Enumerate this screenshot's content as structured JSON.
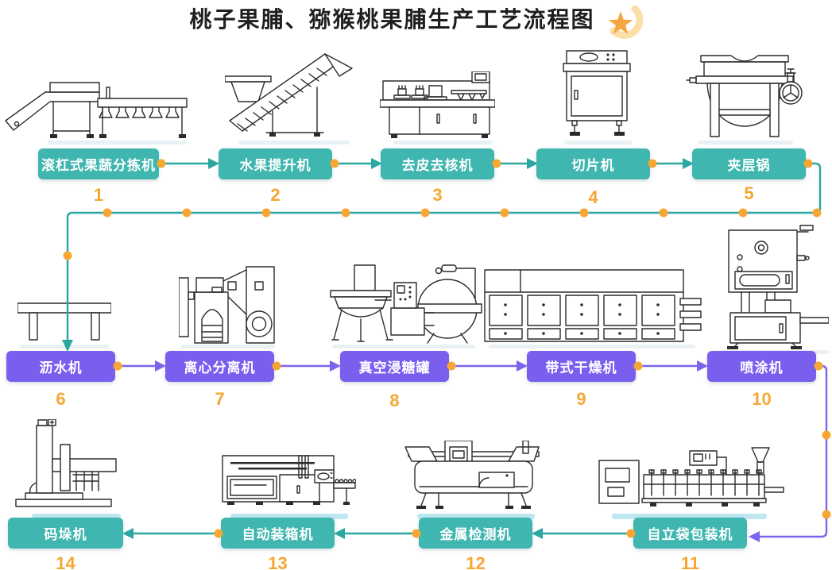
{
  "title": {
    "text": "桃子果脯、猕猴桃果脯生产工艺流程图",
    "icon": "shooting-star-icon"
  },
  "colors": {
    "teal": "#3FB6AF",
    "teal_line": "#2AA7A0",
    "purple": "#7A5FEF",
    "purple_line": "#7E63EE",
    "orange": "#F6A733",
    "ink": "#1F1F1F",
    "machine_line": "#2B2B2B",
    "strip_light": "#E9F1F4",
    "strip_cyan": "#BFE7F1",
    "star_fill": "#F6A640",
    "star_trail": "#FBDFA8"
  },
  "steps": [
    {
      "num": "1",
      "label": "滚杠式果蔬分拣机",
      "icon": "roller-sorter-machine-icon",
      "color": "teal"
    },
    {
      "num": "2",
      "label": "水果提升机",
      "icon": "fruit-elevator-machine-icon",
      "color": "teal"
    },
    {
      "num": "3",
      "label": "去皮去核机",
      "icon": "peeler-corer-machine-icon",
      "color": "teal"
    },
    {
      "num": "4",
      "label": "切片机",
      "icon": "slicer-machine-icon",
      "color": "teal"
    },
    {
      "num": "5",
      "label": "夹层锅",
      "icon": "jacketed-kettle-icon",
      "color": "teal"
    },
    {
      "num": "6",
      "label": "沥水机",
      "icon": "draining-table-icon",
      "color": "purple"
    },
    {
      "num": "7",
      "label": "离心分离机",
      "icon": "centrifuge-machine-icon",
      "color": "purple"
    },
    {
      "num": "8",
      "label": "真空浸糖罐",
      "icon": "vacuum-sugar-tank-icon",
      "color": "purple"
    },
    {
      "num": "9",
      "label": "带式干燥机",
      "icon": "belt-dryer-machine-icon",
      "color": "purple"
    },
    {
      "num": "10",
      "label": "喷涂机",
      "icon": "spray-coating-machine-icon",
      "color": "purple"
    },
    {
      "num": "11",
      "label": "自立袋包装机",
      "icon": "pouch-packing-machine-icon",
      "color": "teal"
    },
    {
      "num": "12",
      "label": "金属检测机",
      "icon": "metal-detector-machine-icon",
      "color": "teal"
    },
    {
      "num": "13",
      "label": "自动装箱机",
      "icon": "carton-packing-machine-icon",
      "color": "teal"
    },
    {
      "num": "14",
      "label": "码垛机",
      "icon": "palletizer-machine-icon",
      "color": "teal"
    }
  ],
  "connections": [
    {
      "from": "1",
      "to": "2",
      "color": "teal"
    },
    {
      "from": "2",
      "to": "3",
      "color": "teal"
    },
    {
      "from": "3",
      "to": "4",
      "color": "teal"
    },
    {
      "from": "4",
      "to": "5",
      "color": "teal"
    },
    {
      "from": "5",
      "to": "6",
      "color": "teal"
    },
    {
      "from": "6",
      "to": "7",
      "color": "purple"
    },
    {
      "from": "7",
      "to": "8",
      "color": "purple"
    },
    {
      "from": "8",
      "to": "9",
      "color": "purple"
    },
    {
      "from": "9",
      "to": "10",
      "color": "purple"
    },
    {
      "from": "10",
      "to": "11",
      "color": "purple"
    },
    {
      "from": "11",
      "to": "12",
      "color": "teal"
    },
    {
      "from": "12",
      "to": "13",
      "color": "teal"
    },
    {
      "from": "13",
      "to": "14",
      "color": "teal"
    }
  ]
}
